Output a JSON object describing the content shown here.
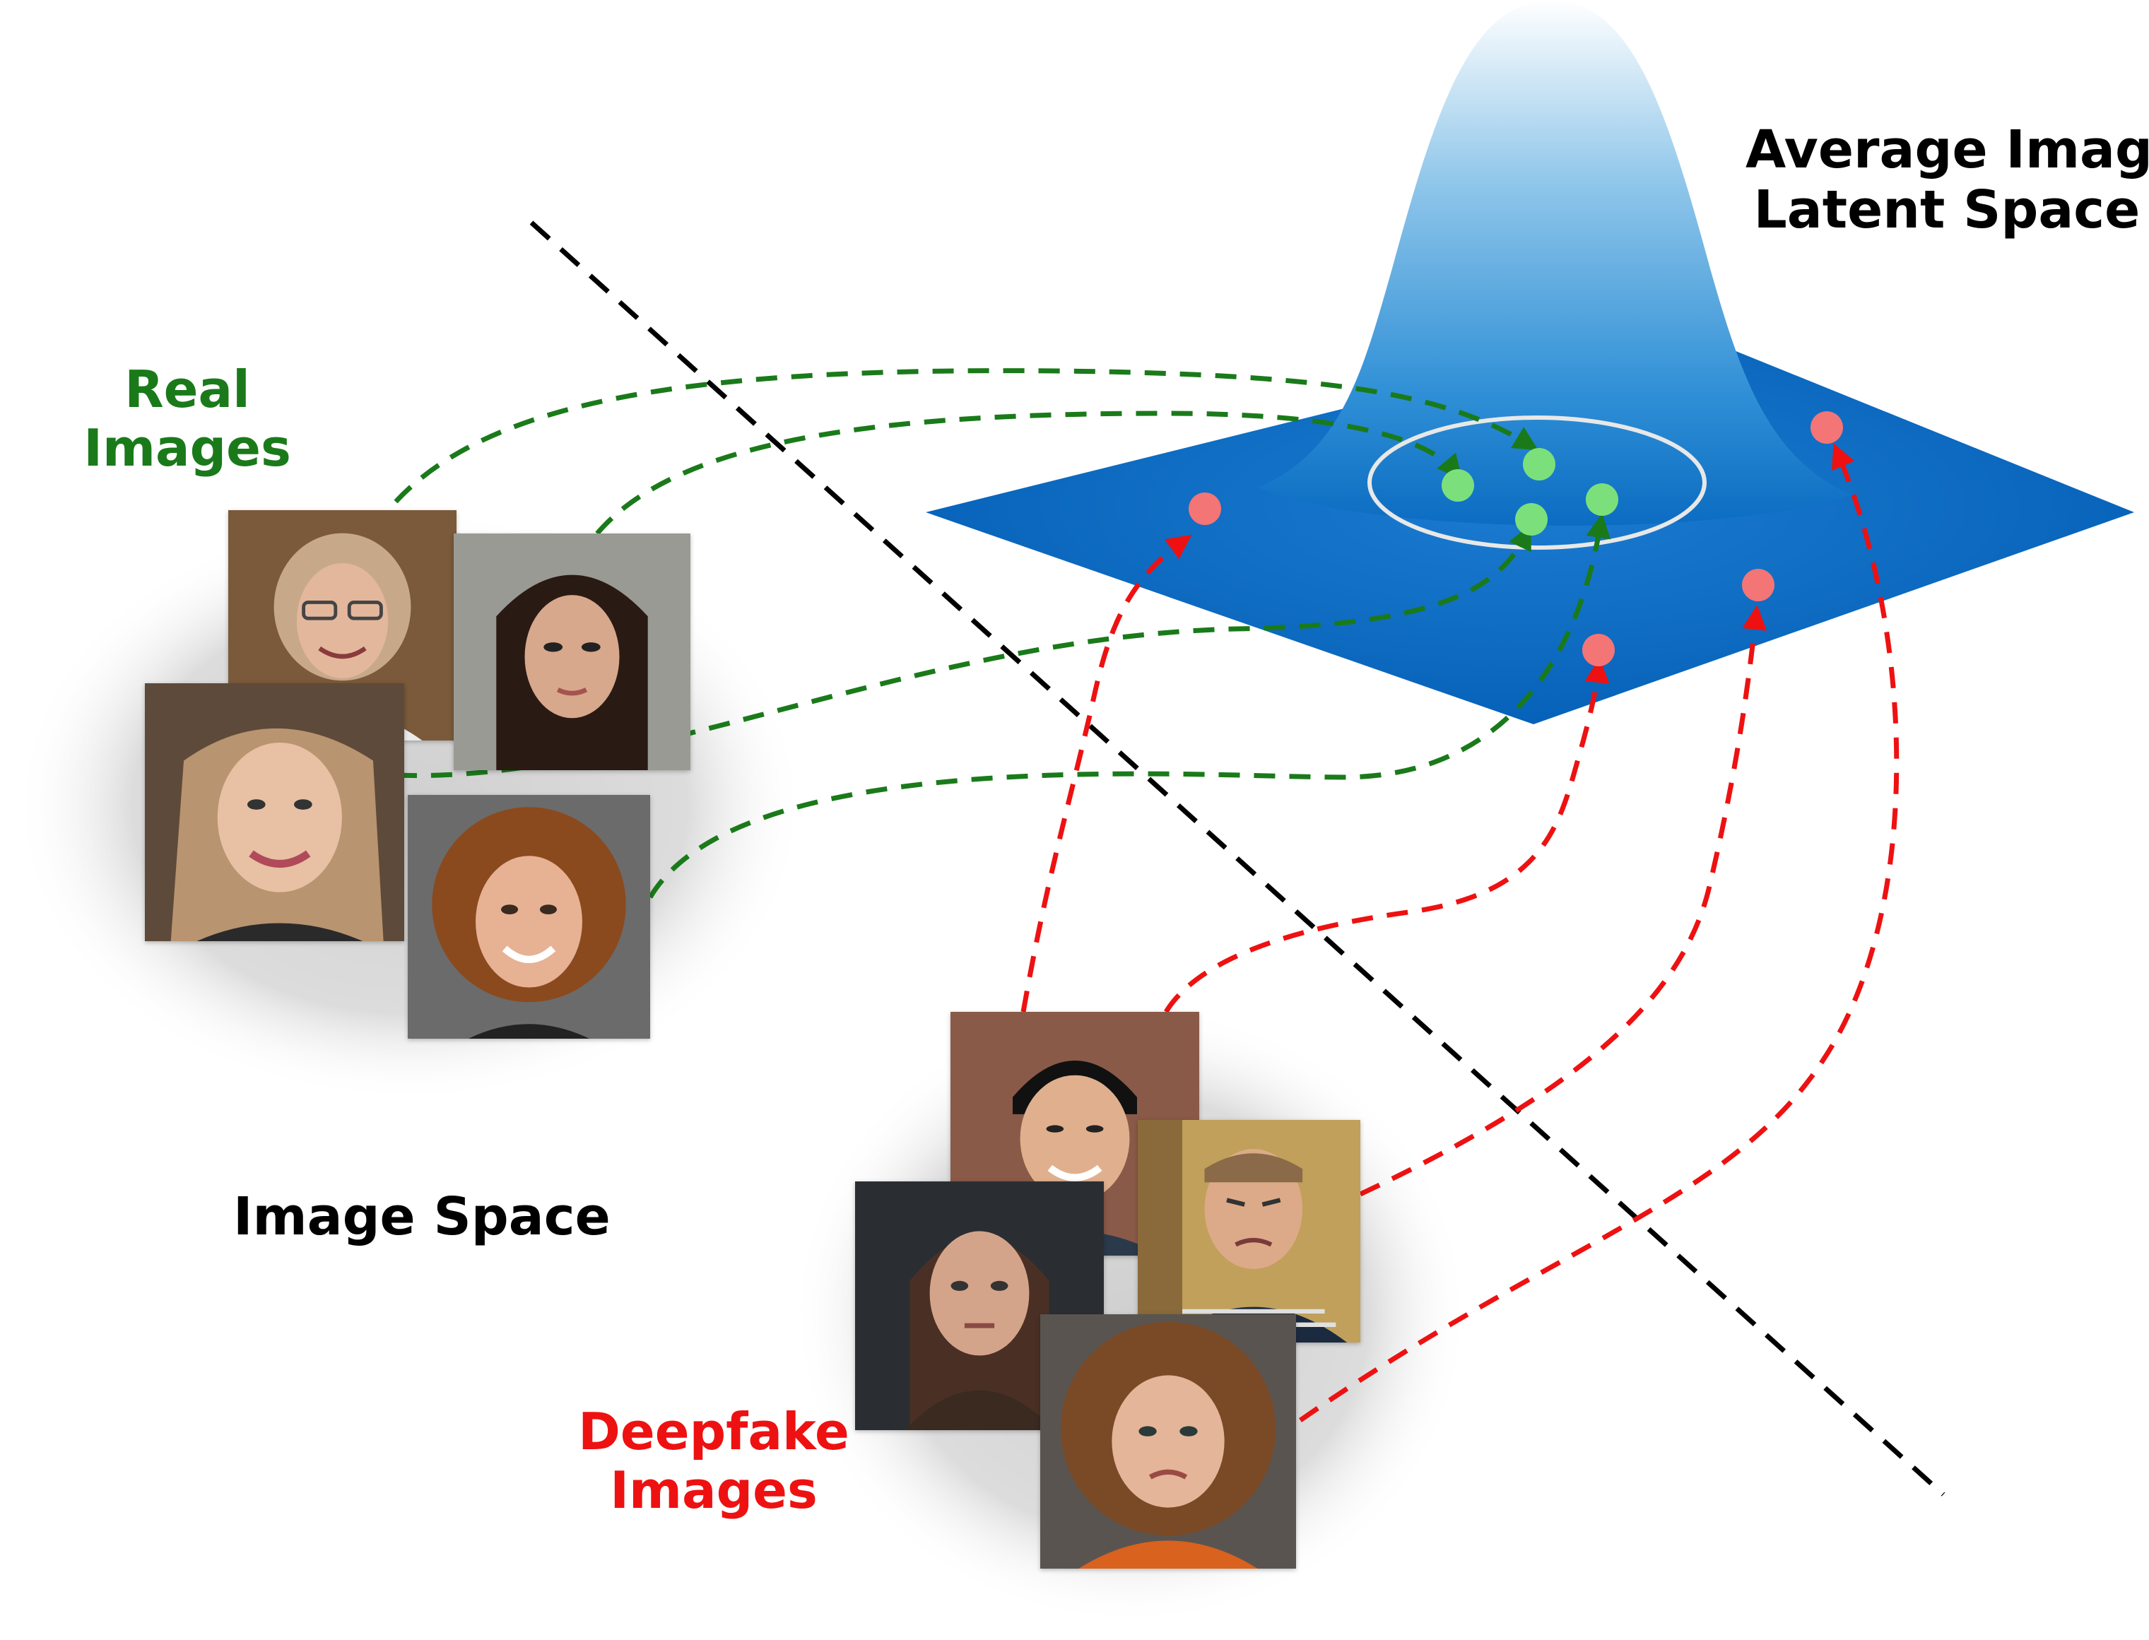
{
  "labels": {
    "real_images": [
      "Real",
      "Images"
    ],
    "deepfake_images": [
      "Deepfake",
      "Images"
    ],
    "latent_space": [
      "Average Image",
      "Latent Space"
    ],
    "image_space": "Image Space"
  },
  "colors": {
    "real": "#1a7a1a",
    "fake": "#ee1111",
    "plane": "#0b6cc2",
    "peak_top": "#ffffff",
    "real_dot": "#7be07b",
    "fake_dot": "#f47575",
    "boundary": "#000000",
    "cluster_bg": "#d6d6d6"
  },
  "icons": {
    "real_photos": [
      "older-woman-portrait",
      "dark-haired-woman-portrait",
      "smiling-blonde-woman-portrait",
      "curly-haired-girl-portrait"
    ],
    "fake_photos": [
      "young-man-portrait",
      "frowning-man-portrait",
      "tired-woman-portrait",
      "frowning-curly-girl-portrait"
    ]
  }
}
